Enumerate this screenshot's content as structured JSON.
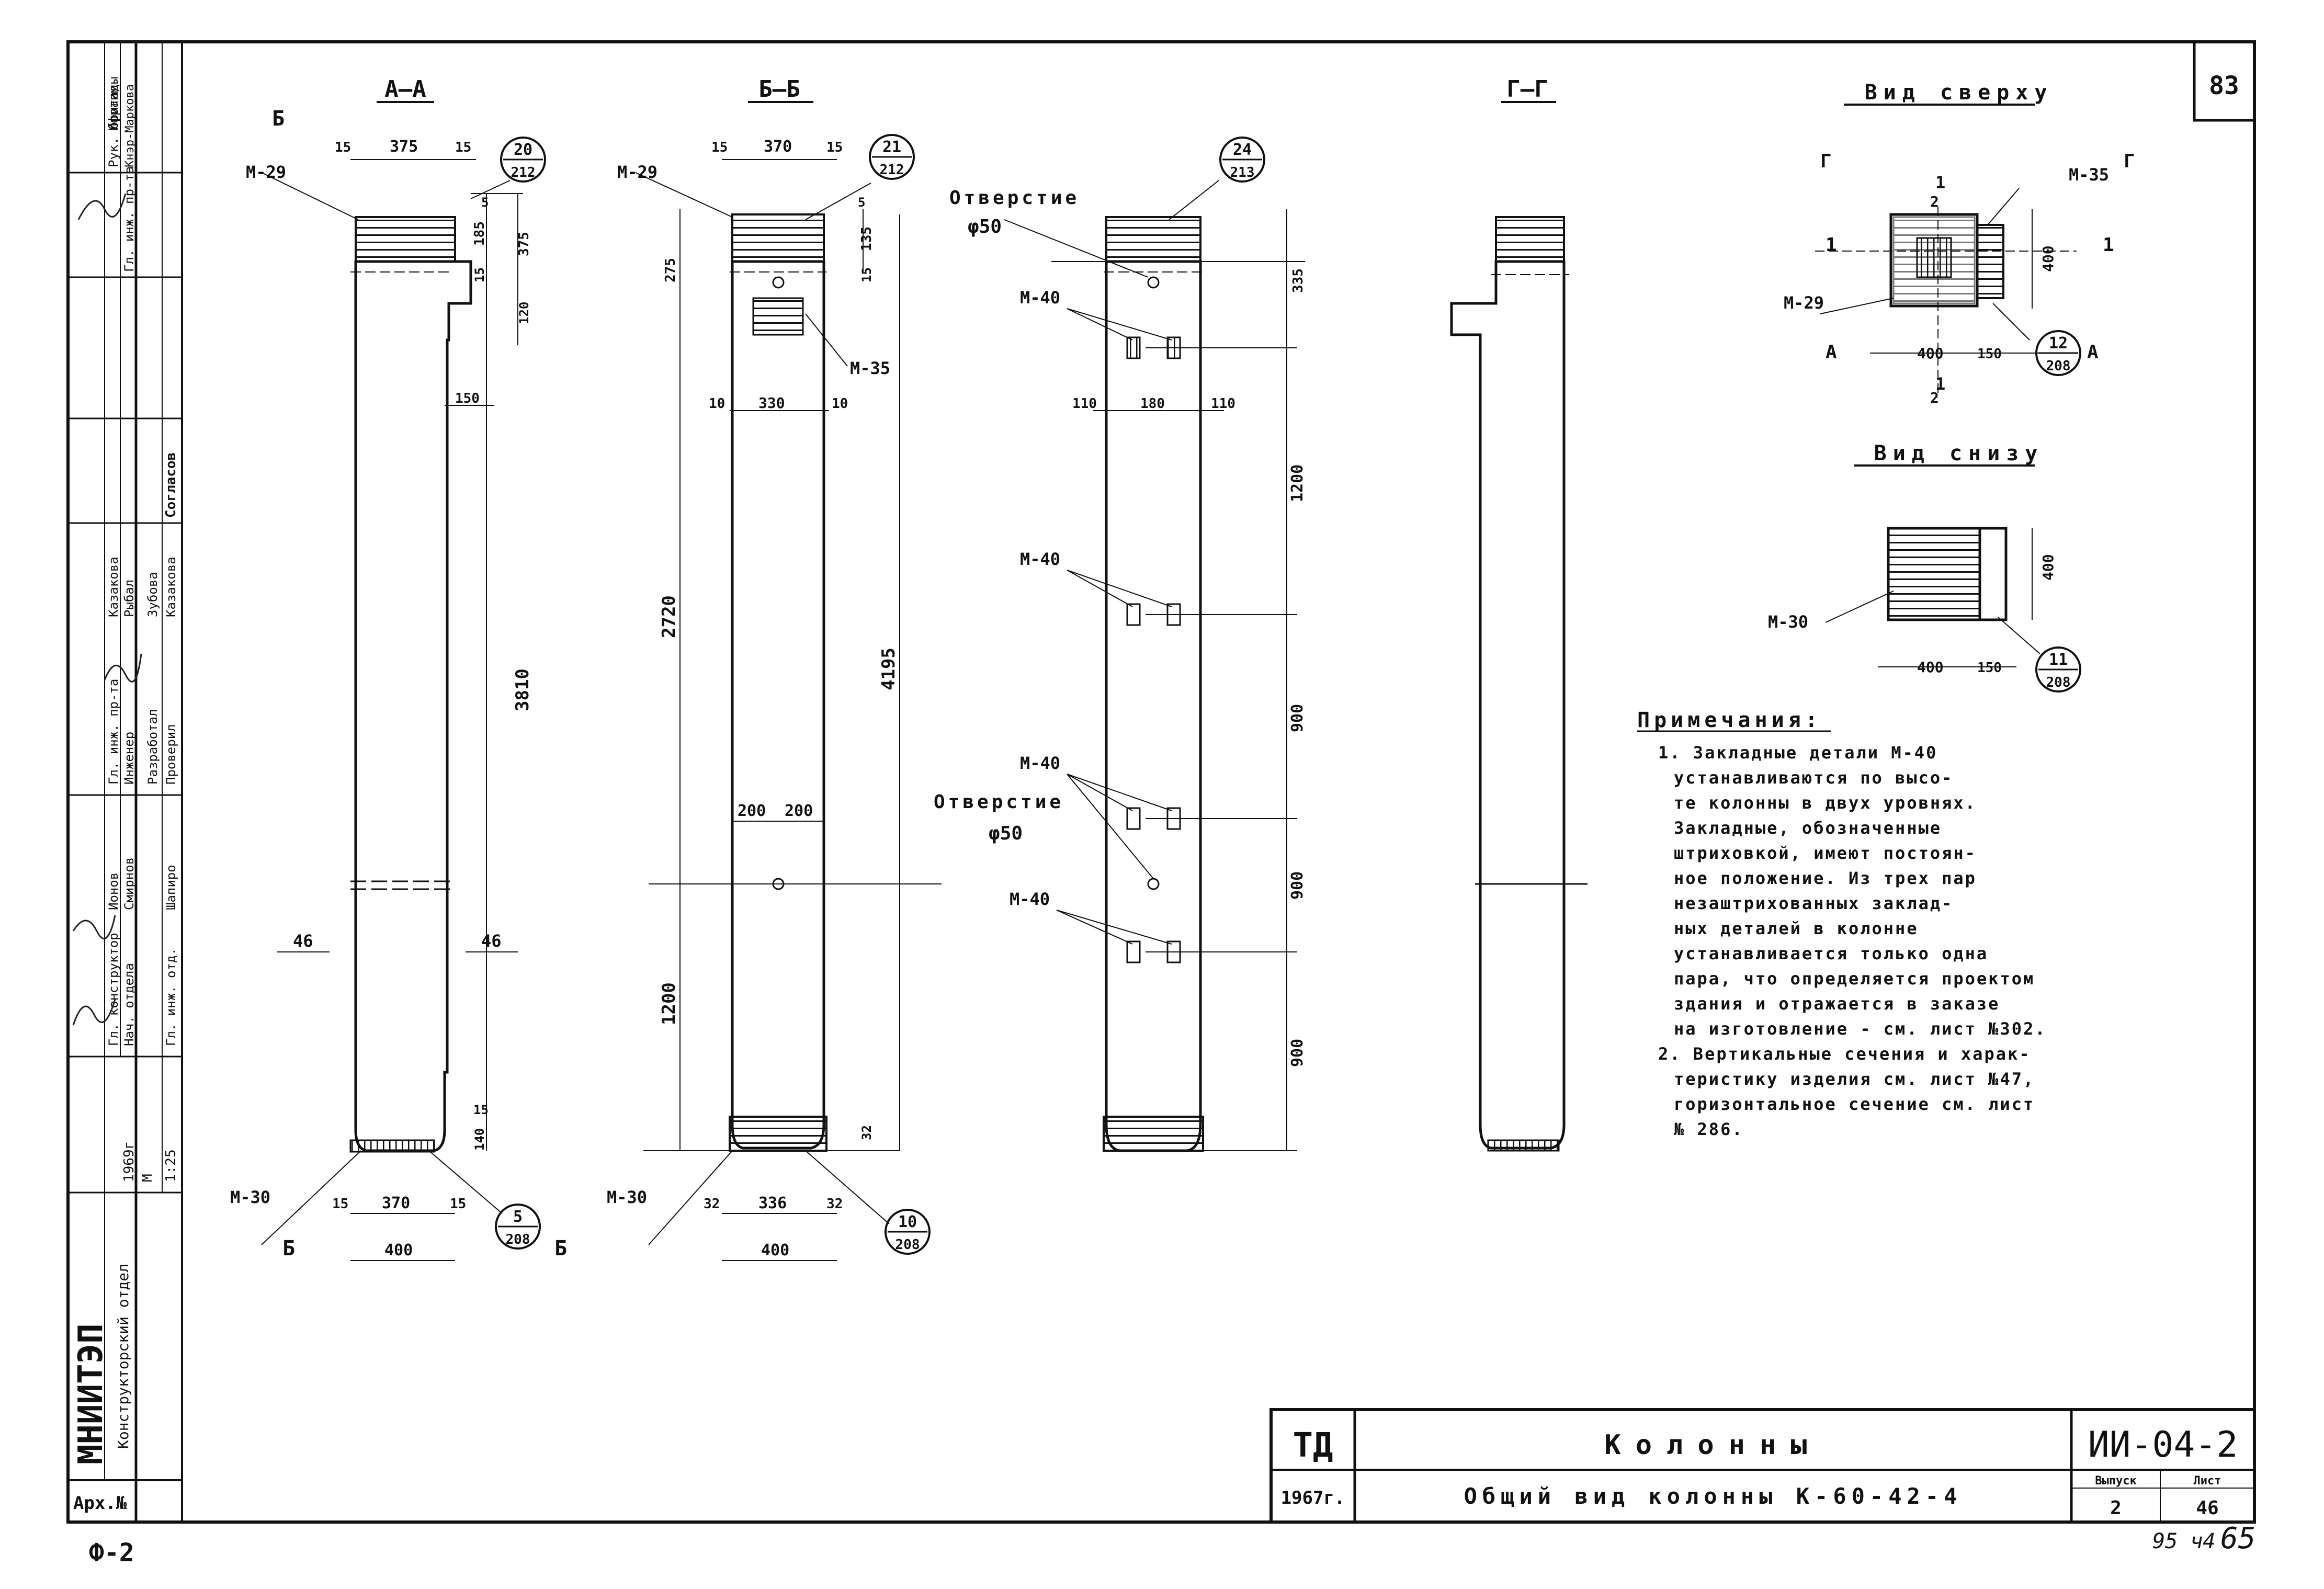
{
  "sheet": {
    "page_number": "83",
    "footer_left": "Ф-2",
    "footer_right_a": "95 ч4",
    "footer_right_b": "65"
  },
  "stamp": {
    "org": "МНИИТЭП",
    "dept": "Конструкторский отдел",
    "year": "1969г",
    "scale_label": "М",
    "scale": "1:25",
    "arch_no": "Арх.№",
    "roles": [
      "Гл. конструктор",
      "Нач. отдела",
      "Гл. инж. отд.",
      "Гл. инж. пр-та",
      "Инженер",
      "Разработал",
      "Проверил",
      "Гл. инж. пр-та",
      "Рук. бригады"
    ],
    "names": [
      "Ионов",
      "Смирнов",
      "Шапиро",
      "Казакова",
      "Рыбал",
      "Зубова",
      "Казакова",
      "Ифраим",
      "Кнэр-Маркова"
    ],
    "agreed": "Согласов"
  },
  "title_block": {
    "code": "ТД",
    "year": "1967г.",
    "title": "Колонны",
    "subtitle": "Общий вид колонны К-60-42-4",
    "series": "ИИ-04-2",
    "issue_label": "Выпуск",
    "sheet_label": "Лист",
    "issue": "2",
    "sheet": "46"
  },
  "views": {
    "aa": {
      "title": "А—А",
      "dims": [
        "15",
        "375",
        "15",
        "5",
        "185",
        "15",
        "375",
        "120",
        "150",
        "3810",
        "46",
        "46",
        "15",
        "140",
        "15",
        "370",
        "15",
        "400"
      ],
      "labels": [
        "М-29",
        "М-30",
        "Б",
        "Б",
        "Б"
      ],
      "callout_top": [
        "20",
        "212"
      ],
      "callout_bottom": [
        "5",
        "208"
      ]
    },
    "bb": {
      "title": "Б—Б",
      "dims": [
        "15",
        "370",
        "15",
        "5",
        "135",
        "15",
        "275",
        "10",
        "330",
        "10",
        "2720",
        "4195",
        "200",
        "200",
        "1200",
        "32",
        "32",
        "336",
        "32",
        "400"
      ],
      "labels": [
        "М-29",
        "М-35",
        "М-30"
      ],
      "callout_top": [
        "21",
        "212"
      ],
      "callout_bottom": [
        "10",
        "208"
      ]
    },
    "vv": {
      "hole_label": "Отверстие",
      "hole_dia": "φ50",
      "dims": [
        "335",
        "110",
        "180",
        "110",
        "1200",
        "900",
        "900",
        "900"
      ],
      "labels": [
        "М-40",
        "М-40",
        "М-40",
        "М-40"
      ],
      "callout_top": [
        "24",
        "213"
      ]
    },
    "gg": {
      "title": "Г—Г"
    },
    "top": {
      "title": "Вид сверху",
      "labels": [
        "Г",
        "Г",
        "1",
        "1",
        "1",
        "1",
        "А",
        "А",
        "2",
        "2",
        "М-35",
        "М-29"
      ],
      "dims": [
        "400",
        "400",
        "150"
      ],
      "callout": [
        "12",
        "208"
      ]
    },
    "bottom": {
      "title": "Вид снизу",
      "labels": [
        "М-30"
      ],
      "dims": [
        "400",
        "400",
        "150"
      ],
      "callout": [
        "11",
        "208"
      ]
    }
  },
  "notes": {
    "heading": "Примечания:",
    "lines": [
      "1. Закладные детали М-40",
      "устанавливаются по высо-",
      "те колонны в двух уровнях.",
      "Закладные, обозначенные",
      "штриховкой, имеют постоян-",
      "ное положение. Из трех пар",
      "незаштрихованных заклад-",
      "ных деталей в колонне",
      "устанавливается только одна",
      "пара, что определяется проектом",
      "здания и отражается в заказе",
      "на изготовление - см. лист №302.",
      "2. Вертикальные сечения и харак-",
      "теристику изделия см. лист №47,",
      "горизонтальное сечение см. лист",
      "№ 286."
    ]
  }
}
